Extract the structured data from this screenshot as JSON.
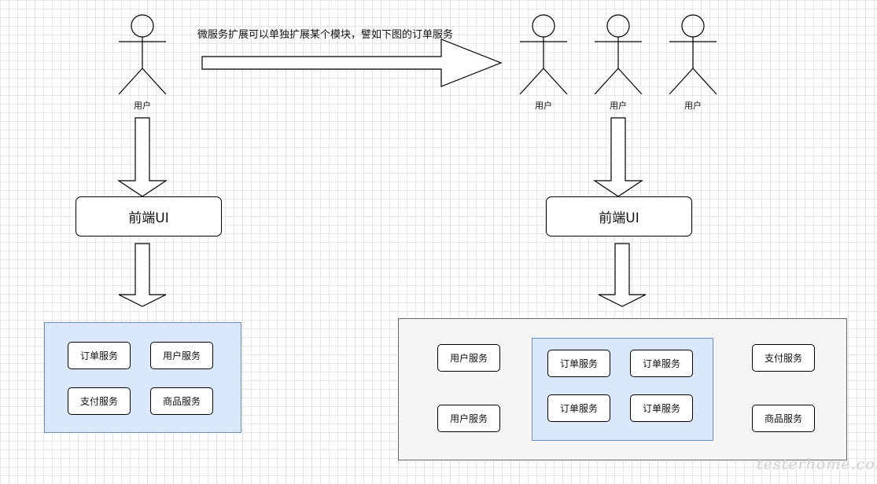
{
  "caption": "微服务扩展可以单独扩展某个模块，譬如下图的订单服务",
  "left": {
    "user_label": "用户",
    "frontend_label": "前端UI",
    "services": [
      "订单服务",
      "用户服务",
      "支付服务",
      "商品服务"
    ]
  },
  "right": {
    "user_labels": [
      "用户",
      "用户",
      "用户"
    ],
    "frontend_label": "前端UI",
    "outer_services": [
      "用户服务",
      "用户服务",
      "支付服务",
      "商品服务"
    ],
    "order_services": [
      "订单服务",
      "订单服务",
      "订单服务",
      "订单服务"
    ]
  },
  "watermark": "testerhome.com"
}
